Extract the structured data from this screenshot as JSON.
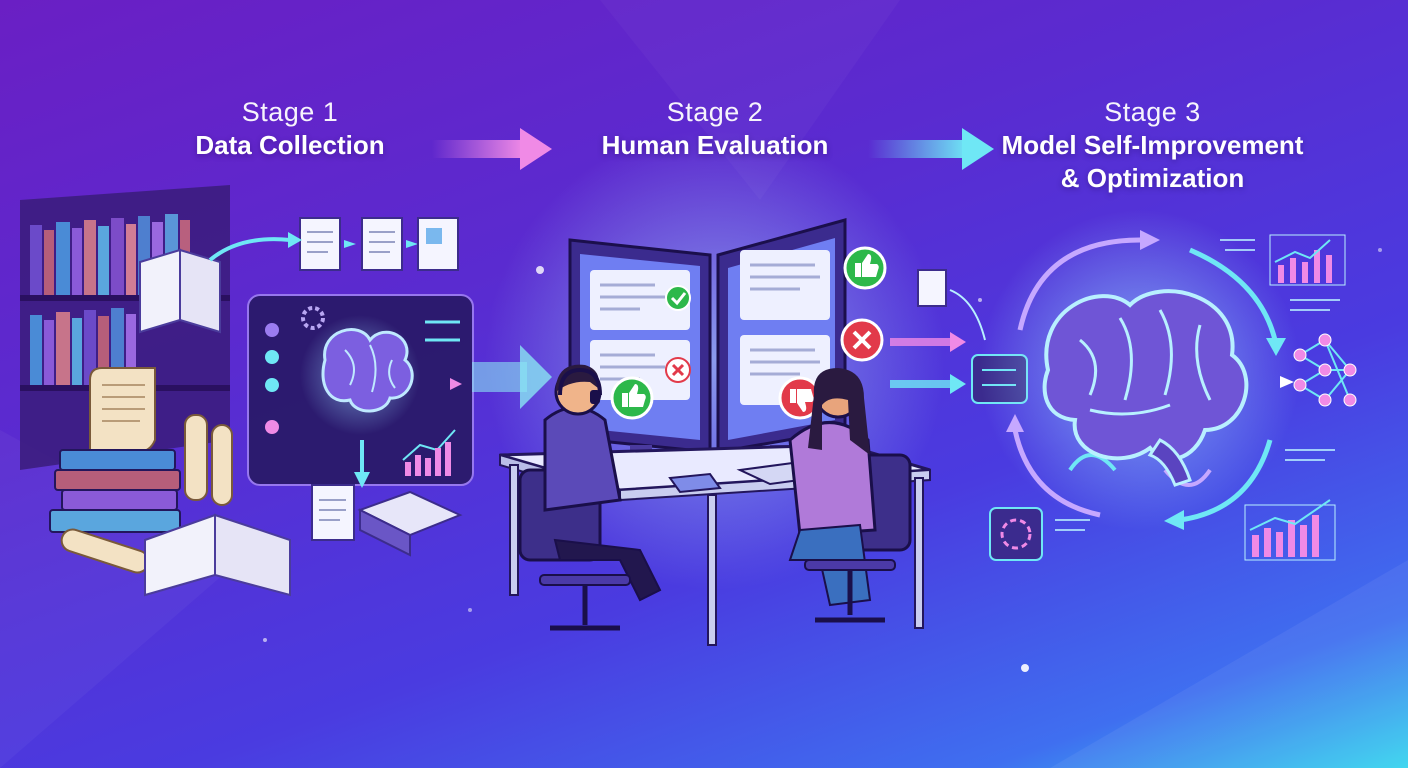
{
  "stages": [
    {
      "label": "Stage 1",
      "title_lines": [
        "Data Collection"
      ]
    },
    {
      "label": "Stage 2",
      "title_lines": [
        "Human Evaluation"
      ]
    },
    {
      "label": "Stage 3",
      "title_lines": [
        "Model Self-Improvement",
        "& Optimization"
      ]
    }
  ],
  "colors": {
    "bg_start": "#6a1fc4",
    "bg_end": "#37d4ee",
    "arrow_pink": "#f08ae6",
    "arrow_cyan": "#6fe7f5",
    "brain_glow": "#8fd9ff",
    "approve_green": "#2db84a",
    "reject_red": "#e23a4a"
  },
  "icons": [
    "bookshelf-icon",
    "document-icon",
    "brain-icon",
    "gear-icon",
    "bar-chart-icon",
    "thumbs-up-icon",
    "thumbs-down-icon",
    "check-icon",
    "x-mark-icon",
    "neural-network-icon",
    "cycle-arrow-icon",
    "monitor-icon"
  ]
}
